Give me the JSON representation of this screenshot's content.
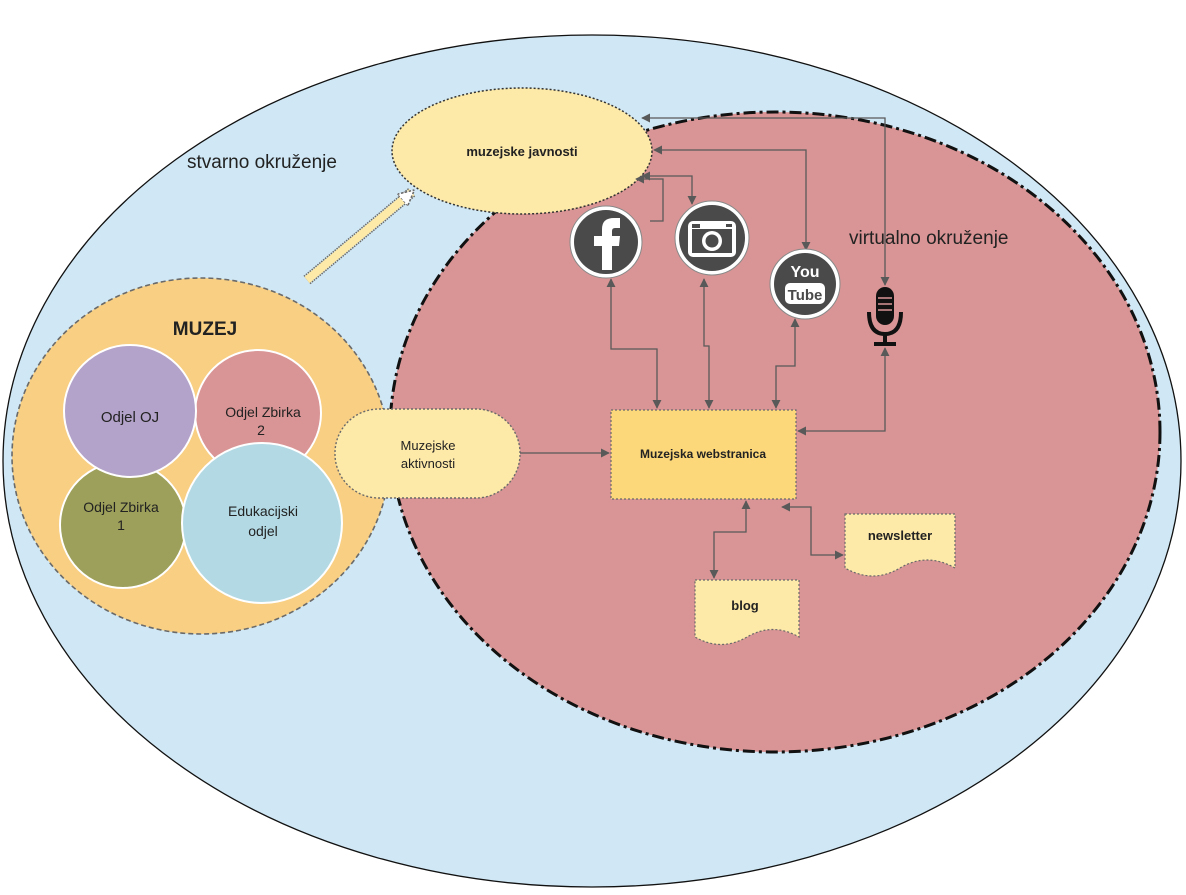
{
  "environments": {
    "real_label": "stvarno okruženje",
    "virtual_label": "virtualno okruženje"
  },
  "public": {
    "label": "muzejske javnosti"
  },
  "museum": {
    "title": "MUZEJ",
    "departments": [
      {
        "id": "oj",
        "lines": [
          "Odjel OJ"
        ]
      },
      {
        "id": "zbirka2",
        "lines": [
          "Odjel Zbirka",
          "2"
        ]
      },
      {
        "id": "zbirka1",
        "lines": [
          "Odjel Zbirka",
          "1"
        ]
      },
      {
        "id": "edu",
        "lines": [
          "Edukacijski",
          "odjel"
        ]
      }
    ]
  },
  "activities": {
    "lines": [
      "Muzejske",
      "aktivnosti"
    ]
  },
  "website": {
    "label": "Muzejska webstranica"
  },
  "documents": {
    "newsletter": "newsletter",
    "blog": "blog"
  },
  "youtube": {
    "you": "You",
    "tube": "Tube"
  },
  "icons": [
    "facebook-icon",
    "camera-icon",
    "youtube-icon",
    "microphone-icon"
  ],
  "colors": {
    "real_environment": "#d0e8f5",
    "virtual_environment": "#d99595",
    "museum": "#f8cf83",
    "public": "#fde9a8",
    "dept_oj": "#b3a2c9",
    "dept_zbirka2": "#d99595",
    "dept_zbirka1": "#9da05a",
    "dept_edu": "#b3dae4",
    "website": "#fcd87a",
    "document": "#fde9a8",
    "connector": "#595959"
  }
}
